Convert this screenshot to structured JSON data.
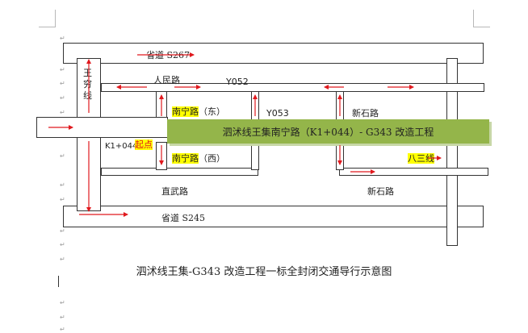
{
  "roads": {
    "s267": "省道 S267",
    "s245": "省道 S245",
    "wangqiong": "王穷线",
    "renmin": "人民路",
    "y052": "Y052",
    "y053": "Y053",
    "xinshi_top": "新石路",
    "xinshi_bottom": "新石路",
    "nanning_east": "南宁路",
    "nanning_east_suffix": "（东）",
    "nanning_west": "南宁路",
    "nanning_west_suffix": "（西）",
    "zhiwu": "直武路",
    "basan": "八三线"
  },
  "start": {
    "km": "K1+044",
    "label": "起点"
  },
  "project_title": "泗沭线王集南宁路（K1+044）- G343 改造工程",
  "caption": "泗沭线王集-G343 改造工程一标全封闭交通导行示意图",
  "colors": {
    "project_band": "#94b54a",
    "arrow": "#e0191e",
    "highlight": "#ffff00"
  }
}
